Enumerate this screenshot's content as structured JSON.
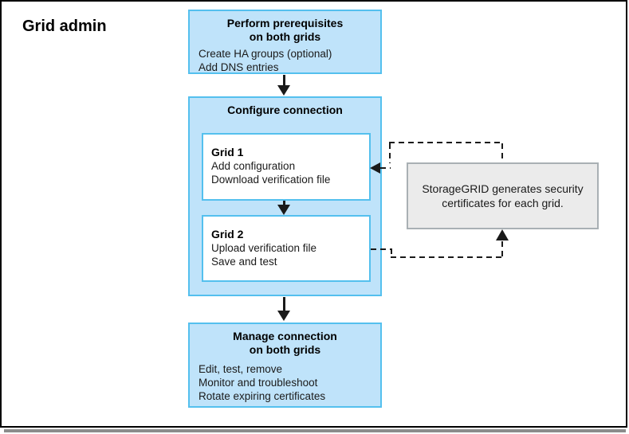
{
  "page": {
    "title": "Grid admin"
  },
  "colors": {
    "flow_box_fill": "#bfe3fa",
    "flow_box_border": "#54c0ee",
    "note_box_fill": "#ebebeb",
    "note_box_border": "#a9b0b4",
    "arrow": "#1a1a1a",
    "frame_border": "#000000",
    "frame_shadow": "#8c8c8c"
  },
  "diagram": {
    "prerequisites": {
      "title_line1": "Perform prerequisites",
      "title_line2": "on both grids",
      "items": [
        "Create HA groups (optional)",
        "Add DNS entries"
      ]
    },
    "configure": {
      "title": "Configure connection",
      "grid1": {
        "title": "Grid 1",
        "items": [
          "Add configuration",
          "Download verification file"
        ]
      },
      "grid2": {
        "title": "Grid 2",
        "items": [
          "Upload verification file",
          "Save and test"
        ]
      }
    },
    "manage": {
      "title_line1": "Manage connection",
      "title_line2": "on both grids",
      "items": [
        "Edit, test, remove",
        "Monitor and troubleshoot",
        "Rotate expiring certificates"
      ]
    },
    "note": {
      "line1": "StorageGRID generates security",
      "line2": "certificates for each grid."
    }
  }
}
